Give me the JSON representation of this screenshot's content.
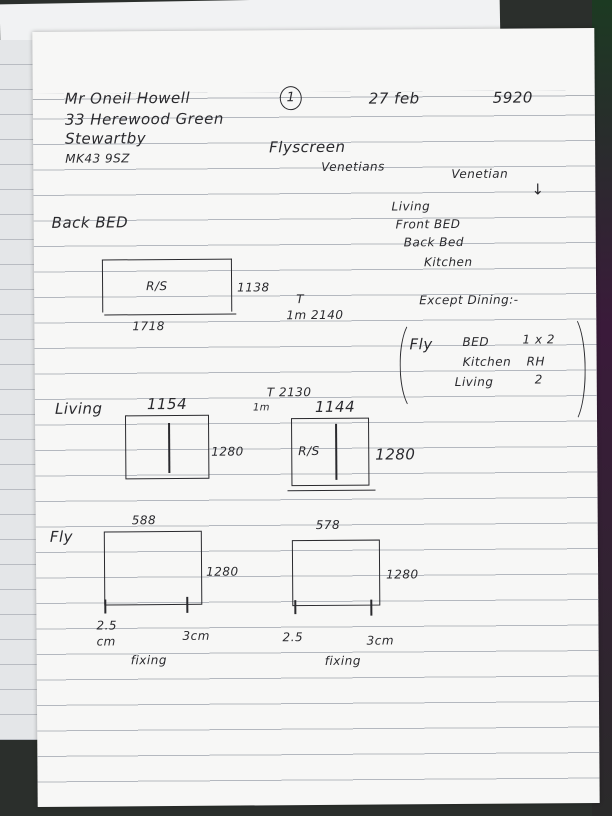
{
  "header": {
    "customer_name": "Mr Oneil Howell",
    "address_line1": "33 Herewood Green",
    "address_line2": "Stewartby",
    "postcode": "MK43 9SZ",
    "page_number": "1",
    "date": "27 feb",
    "reference": "5920"
  },
  "products": {
    "flyscreen": "Flyscreen",
    "venetians": "Venetians"
  },
  "venetian_list": {
    "title": "Venetian",
    "arrow": "↓",
    "rooms": [
      "Living",
      "Front BED",
      "Back Bed",
      "Kitchen"
    ],
    "except": "Except Dining:-"
  },
  "fly_list": {
    "label": "Fly",
    "items": [
      {
        "room": "BED",
        "qty": "1 x 2"
      },
      {
        "room": "Kitchen",
        "qty": "RH"
      },
      {
        "room": "Living",
        "qty": "2"
      }
    ]
  },
  "back_bed": {
    "label": "Back BED",
    "width": "1718",
    "height": "1138",
    "inside_label": "R/S",
    "note_top": "T",
    "note": "1m 2140"
  },
  "living": {
    "label": "Living",
    "window1": {
      "width": "1154",
      "height": "1280"
    },
    "note_top": "T 2130",
    "note_sub": "1m",
    "window2": {
      "width": "1144",
      "height": "1280",
      "inside_label": "R/S"
    }
  },
  "fly": {
    "label": "Fly",
    "window1": {
      "width": "588",
      "height": "1280",
      "left_offset": "2.5 cm",
      "right_offset": "3cm",
      "fixing": "fixing"
    },
    "window2": {
      "width": "578",
      "height": "1280",
      "left_offset": "2.5",
      "right_offset": "3cm",
      "fixing": "fixing"
    }
  }
}
